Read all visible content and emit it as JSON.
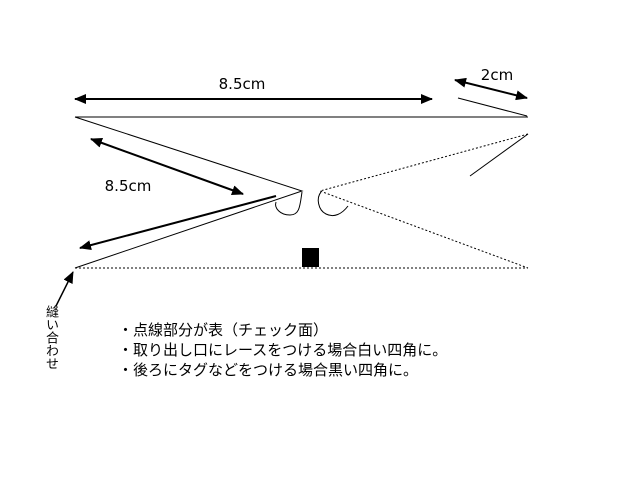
{
  "dimensions": {
    "top": "8.5cm",
    "fold": "2cm",
    "side": "8.5cm"
  },
  "seam_label": "縫い合わせ",
  "notes": [
    "・点線部分が表（チェック面）",
    "・取り出し口にレースをつける場合白い四角に。",
    "・後ろにタグなどをつける場合黒い四角に。"
  ]
}
